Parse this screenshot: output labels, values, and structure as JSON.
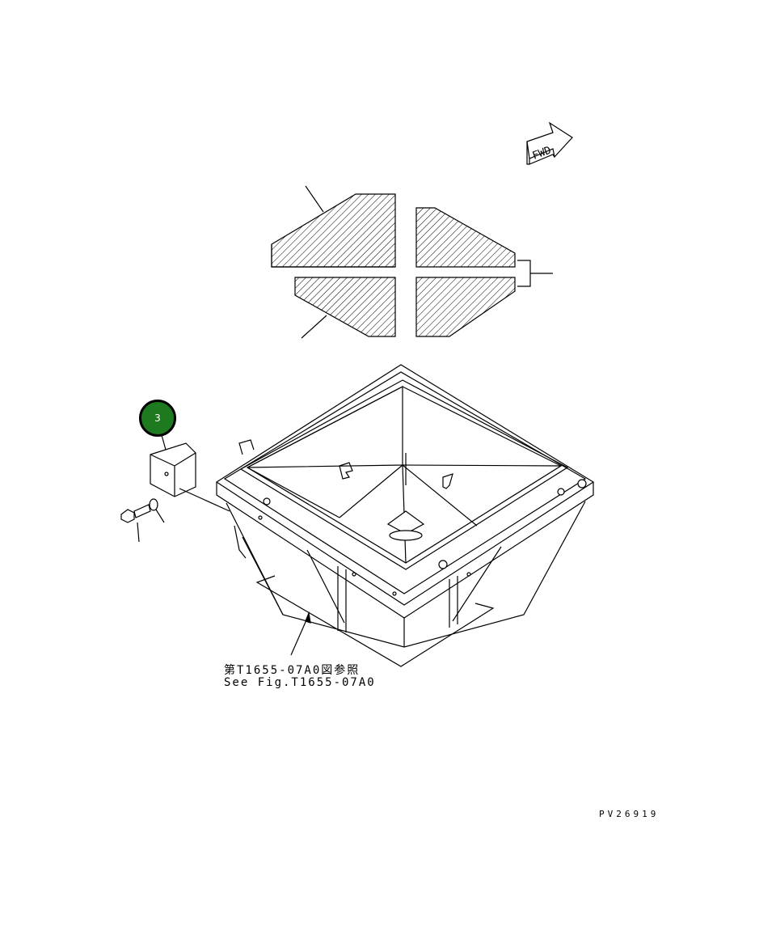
{
  "direction_indicator": {
    "label": "FWD"
  },
  "callouts": [
    {
      "number": "3",
      "color": "#1e7a1e"
    }
  ],
  "reference_note": {
    "japanese": "第T1655-07A0図参照",
    "english": "See Fig.T1655-07A0"
  },
  "drawing_number": "PV26919"
}
